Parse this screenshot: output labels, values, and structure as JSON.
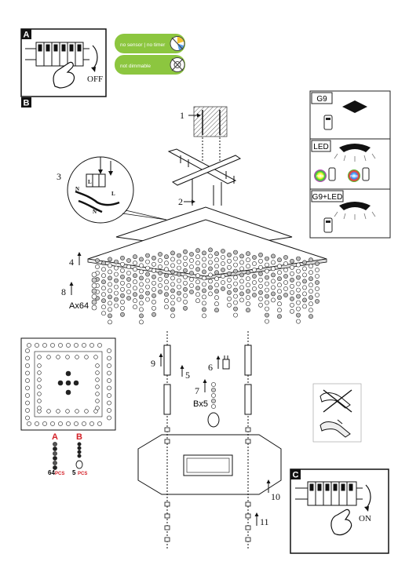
{
  "panels": {
    "a_label": "A",
    "a_text": "OFF",
    "b_label": "B",
    "c_label": "C",
    "c_text": "ON"
  },
  "badges": {
    "sensor_timer": "no sensor | no timer",
    "dimmable": "not dimmable"
  },
  "legend": {
    "g9": "G9",
    "led": "LED",
    "g9_led": "G9+LED",
    "rgb": "RGB"
  },
  "callouts": {
    "n1": "1",
    "n2": "2",
    "n3": "3",
    "n4": "4",
    "n5": "5",
    "n6": "6",
    "n7": "7",
    "n8": "8",
    "n9": "9",
    "n10": "10",
    "n11": "11",
    "ax64": "Ax64",
    "bx5": "Bx5"
  },
  "wiring": {
    "n": "N",
    "l": "L"
  },
  "parts": {
    "a_letter": "A",
    "b_letter": "B",
    "a_count": "64",
    "b_count": "5",
    "pcs": "PCS"
  },
  "colors": {
    "badge_green": "#8cc63f",
    "red_letter": "#d42027",
    "panel_black": "#111111"
  },
  "icons": {
    "sensor": "sensor-timer-crossed-icon",
    "dimmer": "dimmer-crossed-icon",
    "remote": "remote-control-icon"
  }
}
